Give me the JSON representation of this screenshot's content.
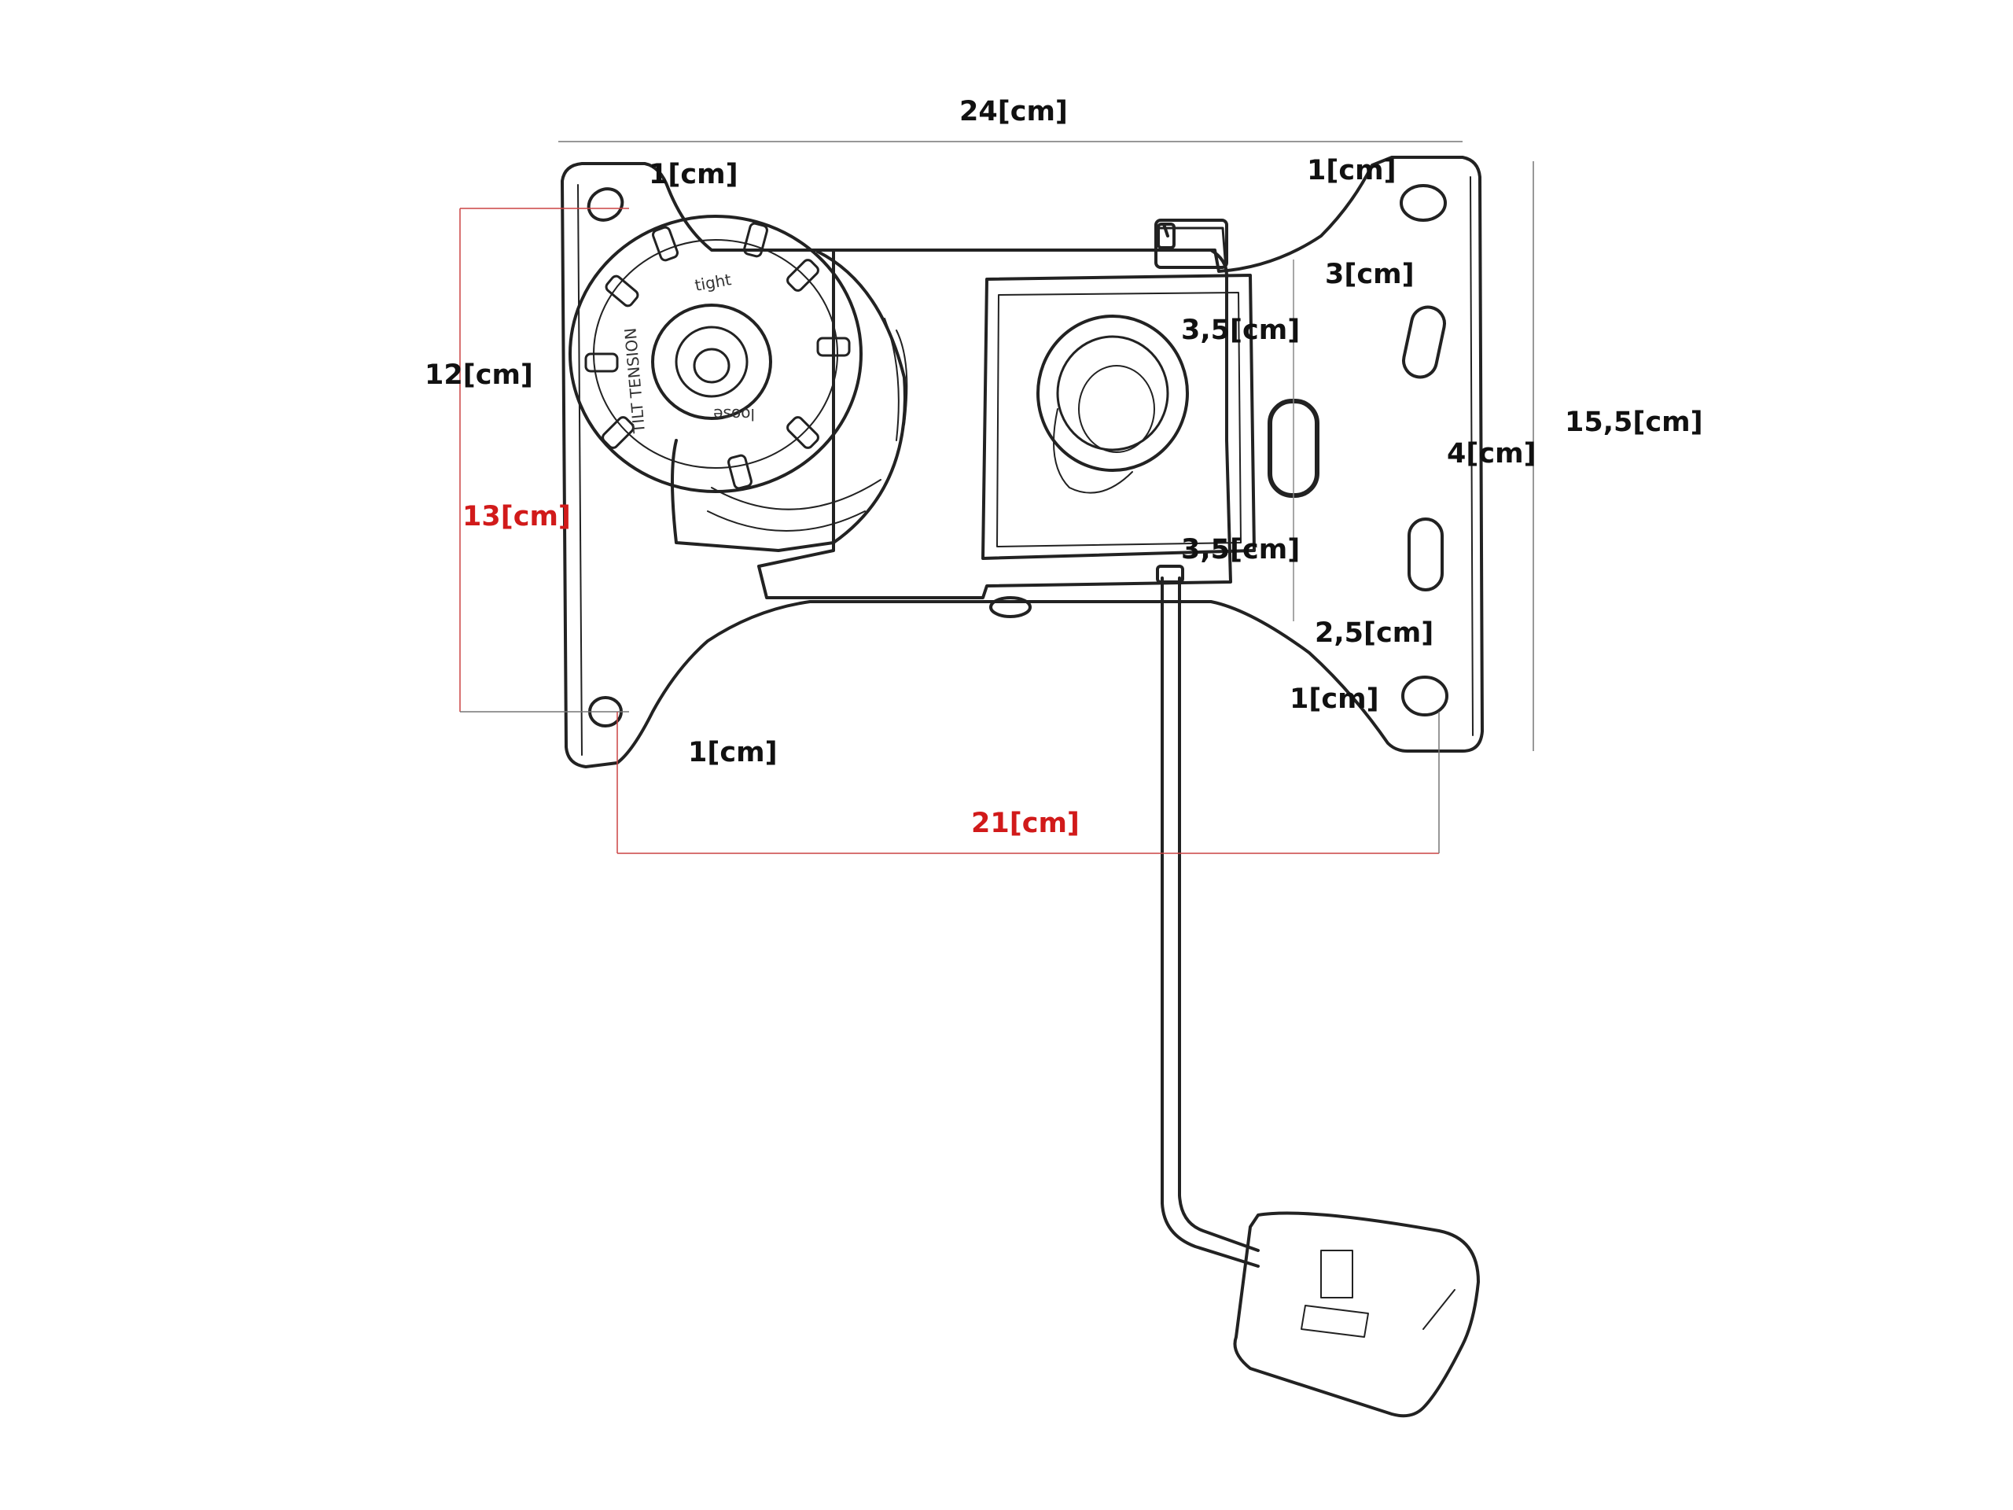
{
  "dimensions": {
    "overall_width": "24[cm]",
    "overall_height": "15,5[cm]",
    "hole_pitch_width": "21[cm]",
    "left_hole_pitch": "12[cm]",
    "left_span": "13[cm]",
    "hole_offset_top_left": "1[cm]",
    "hole_offset_top_right": "1[cm]",
    "hole_offset_bottom_left": "1[cm]",
    "hole_offset_bottom_right": "1[cm]",
    "slot_top": "3[cm]",
    "slot_spacing": "4[cm]",
    "slot_bottom": "2,5[cm]",
    "socket_top": "3,5[cm]",
    "socket_bottom": "3,5[cm]"
  },
  "knob": {
    "ring_text": "TILT TENSION",
    "tight": "tight",
    "loose": "loose"
  },
  "colors": {
    "line": "#222222",
    "dimension_black": "#111111",
    "dimension_red": "#d11a1a"
  }
}
